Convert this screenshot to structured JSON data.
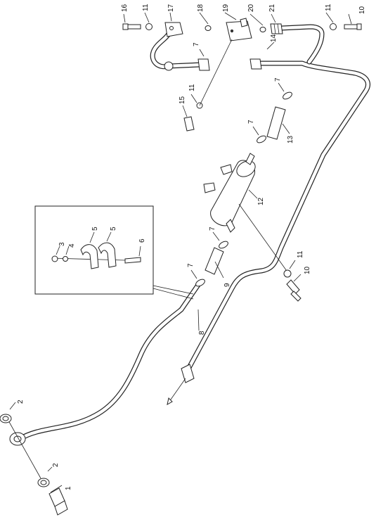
{
  "callouts": [
    {
      "key": "c1",
      "text": "1"
    },
    {
      "key": "c2a",
      "text": "2"
    },
    {
      "key": "c2b",
      "text": "2"
    },
    {
      "key": "c3",
      "text": "3"
    },
    {
      "key": "c4",
      "text": "4"
    },
    {
      "key": "c5a",
      "text": "5"
    },
    {
      "key": "c5b",
      "text": "5"
    },
    {
      "key": "c6",
      "text": "6"
    },
    {
      "key": "c7a",
      "text": "7"
    },
    {
      "key": "c7b",
      "text": "7"
    },
    {
      "key": "c7c",
      "text": "7"
    },
    {
      "key": "c7d",
      "text": "7"
    },
    {
      "key": "c7e",
      "text": "7"
    },
    {
      "key": "c8",
      "text": "8"
    },
    {
      "key": "c9",
      "text": "9"
    },
    {
      "key": "c10a",
      "text": "10"
    },
    {
      "key": "c10b",
      "text": "10"
    },
    {
      "key": "c11a",
      "text": "11"
    },
    {
      "key": "c11b",
      "text": "11"
    },
    {
      "key": "c11c",
      "text": "11"
    },
    {
      "key": "c11d",
      "text": "11"
    },
    {
      "key": "c12",
      "text": "12"
    },
    {
      "key": "c13",
      "text": "13"
    },
    {
      "key": "c14",
      "text": "14"
    },
    {
      "key": "c15",
      "text": "15"
    },
    {
      "key": "c16",
      "text": "16"
    },
    {
      "key": "c17",
      "text": "17"
    },
    {
      "key": "c18",
      "text": "18"
    },
    {
      "key": "c19",
      "text": "19"
    },
    {
      "key": "c20",
      "text": "20"
    },
    {
      "key": "c21",
      "text": "21"
    }
  ]
}
